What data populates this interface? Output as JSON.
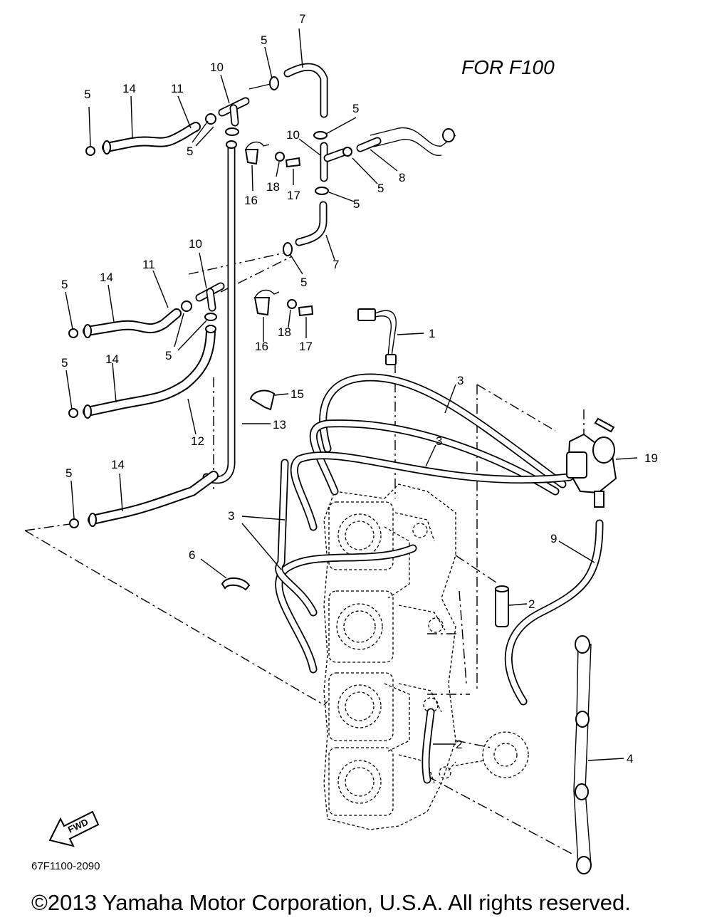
{
  "diagram": {
    "title": "FOR  F100",
    "code": "67F1100-2090",
    "copyright": "©2013 Yamaha Motor Corporation, U.S.A. All rights reserved.",
    "fwd_label": "FWD"
  },
  "callouts": {
    "n1": "1",
    "n2a": "2",
    "n2b": "2",
    "n3a": "3",
    "n3b": "3",
    "n3c": "3",
    "n4": "4",
    "n5a": "5",
    "n5b": "5",
    "n5c": "5",
    "n5d": "5",
    "n5e": "5",
    "n5f": "5",
    "n5g": "5",
    "n5h": "5",
    "n5i": "5",
    "n5j": "5",
    "n5k": "5",
    "n6": "6",
    "n7a": "7",
    "n7b": "7",
    "n8": "8",
    "n9": "9",
    "n10a": "10",
    "n10b": "10",
    "n10c": "10",
    "n11a": "11",
    "n11b": "11",
    "n12": "12",
    "n13": "13",
    "n14a": "14",
    "n14b": "14",
    "n14c": "14",
    "n14d": "14",
    "n15": "15",
    "n16a": "16",
    "n16b": "16",
    "n17a": "17",
    "n17b": "17",
    "n18a": "18",
    "n18b": "18",
    "n19": "19"
  }
}
